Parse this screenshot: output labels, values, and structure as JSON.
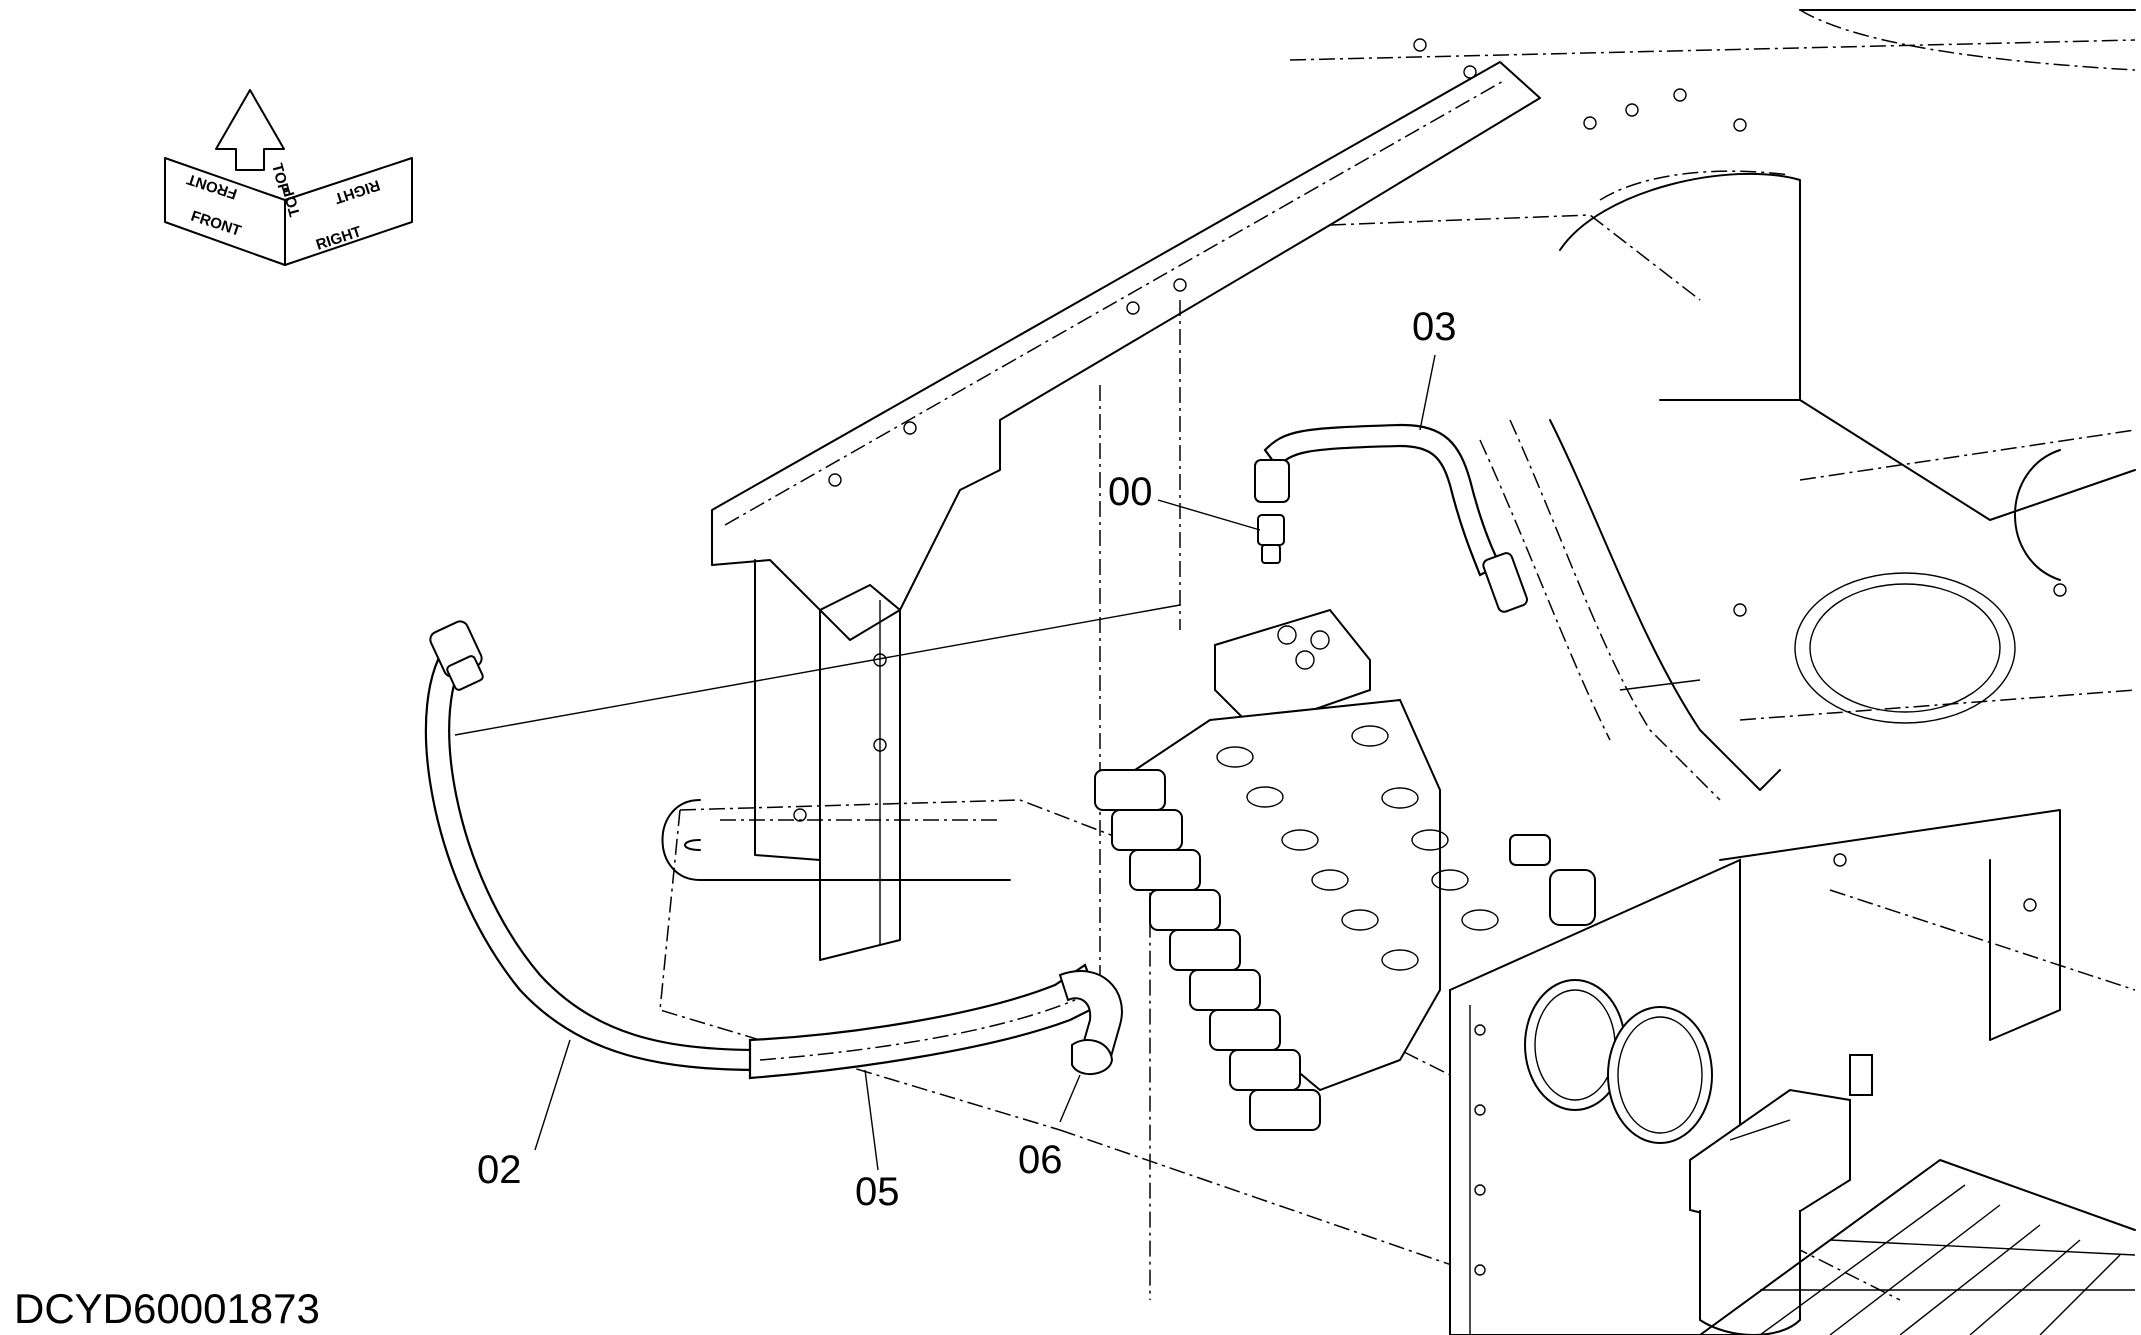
{
  "diagram": {
    "document_id": "DCYD60001873",
    "orientation_labels": {
      "front": "FRONT",
      "top": "TOP",
      "right": "RIGHT"
    },
    "callouts": [
      "00",
      "02",
      "03",
      "05",
      "06"
    ]
  }
}
